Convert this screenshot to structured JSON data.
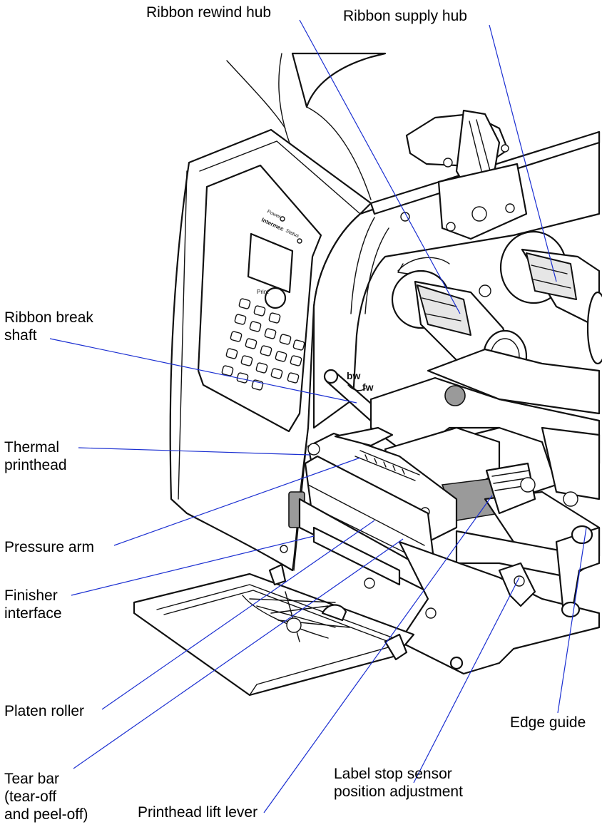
{
  "labels": {
    "ribbon_rewind_hub": "Ribbon rewind hub",
    "ribbon_supply_hub": "Ribbon supply hub",
    "ribbon_break_shaft": [
      "Ribbon break",
      "shaft"
    ],
    "thermal_printhead": [
      "Thermal",
      "printhead"
    ],
    "pressure_arm": "Pressure arm",
    "finisher_interface": [
      "Finisher",
      "interface"
    ],
    "platen_roller": "Platen roller",
    "tear_bar": [
      "Tear bar",
      "(tear-off",
      "and peel-off)"
    ],
    "printhead_lift_lever": "Printhead lift lever",
    "label_stop_sensor": [
      "Label stop sensor",
      "position adjustment"
    ],
    "edge_guide": "Edge guide"
  },
  "panel_text": {
    "brand": "Intermec",
    "power": "Power",
    "status": "Status",
    "print_button": "Print",
    "direction_bw": "bw",
    "direction_fw": "fw"
  },
  "colors": {
    "leader_line": "#1b2fd1",
    "outline": "#111111",
    "background": "#ffffff"
  }
}
